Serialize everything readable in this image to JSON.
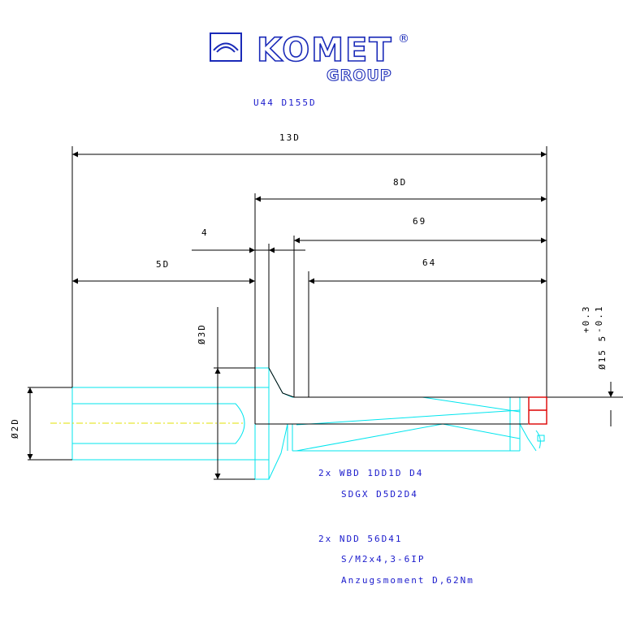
{
  "brand": {
    "name": "KOMET",
    "registered": "®",
    "group": "GROUP"
  },
  "article_code": "U44 D155D",
  "dimensions": {
    "overall_length": "13D",
    "body_length": "8D",
    "length_69": "69",
    "length_64": "64",
    "shank_length": "5D",
    "collar_width": "4",
    "collar_diameter": "Ø3D",
    "shank_diameter": "Ø2D",
    "cutting_diameter": "Ø15 5",
    "tol_upper": "+0.3",
    "tol_lower": "-0.1"
  },
  "notes": {
    "insert_line1": "2x WBD 1DD1D D4",
    "insert_line2": "SDGX D5D2D4",
    "screw_line1": "2x NDD 56D41",
    "screw_line2": "S/M2x4,3-6IP",
    "screw_line3": "Anzugsmoment D,62Nm"
  },
  "colors": {
    "outline": "#00e5ee",
    "dimension": "#000000",
    "text": "#1a1acc",
    "centerline": "#e0e000",
    "insert": "#dd0000",
    "logo": "#1a2ab8"
  }
}
